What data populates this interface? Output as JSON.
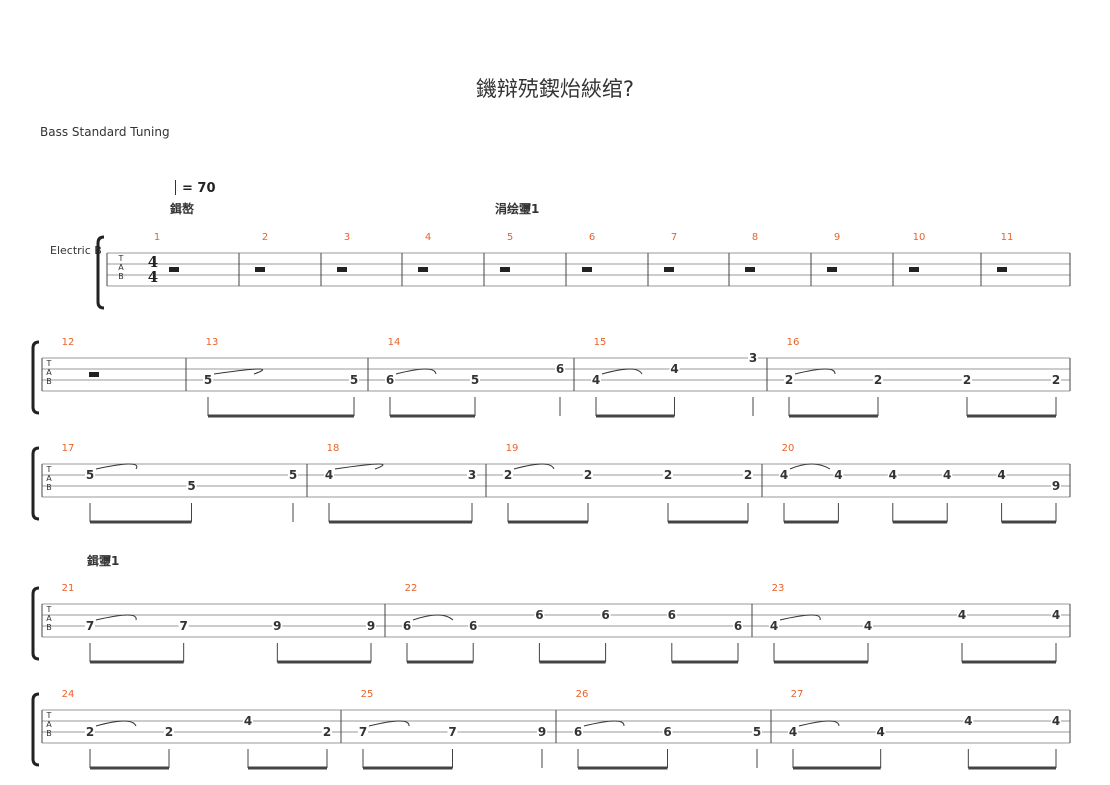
{
  "score": {
    "title": "鐖辩殑鍥炲綊绾?",
    "tuning": "Bass Standard Tuning",
    "tempo_label": "= 70",
    "instrument": "Electric B",
    "time_signature": [
      "4",
      "4"
    ],
    "tab_letters": [
      "T",
      "A",
      "B"
    ],
    "sections": [
      "鍓嶅",
      "涓绘瓕1",
      "鍓瓕1"
    ]
  },
  "systems": [
    {
      "measures": [
        {
          "n": "1",
          "rest": true
        },
        {
          "n": "2",
          "rest": true
        },
        {
          "n": "3",
          "rest": true
        },
        {
          "n": "4",
          "rest": true
        },
        {
          "n": "5",
          "rest": true
        },
        {
          "n": "6",
          "rest": true
        },
        {
          "n": "7",
          "rest": true
        },
        {
          "n": "8",
          "rest": true
        },
        {
          "n": "9",
          "rest": true
        },
        {
          "n": "10",
          "rest": true
        },
        {
          "n": "11",
          "rest": true
        }
      ]
    },
    {
      "measures": [
        {
          "n": "12",
          "rest": true
        },
        {
          "n": "13",
          "notes": [
            {
              "f": "5",
              "s": 3
            },
            {
              "f": "5",
              "s": 3
            }
          ]
        },
        {
          "n": "14",
          "notes": [
            {
              "f": "6",
              "s": 3
            },
            {
              "f": "5",
              "s": 3
            },
            {
              "f": "6",
              "s": 2
            }
          ]
        },
        {
          "n": "15",
          "notes": [
            {
              "f": "4",
              "s": 3
            },
            {
              "f": "4",
              "s": 2
            },
            {
              "f": "3",
              "s": 1
            }
          ]
        },
        {
          "n": "16",
          "notes": [
            {
              "f": "2",
              "s": 3
            },
            {
              "f": "2",
              "s": 3
            },
            {
              "f": "2",
              "s": 3
            },
            {
              "f": "2",
              "s": 3
            }
          ]
        }
      ]
    },
    {
      "measures": [
        {
          "n": "17",
          "notes": [
            {
              "f": "5",
              "s": 2
            },
            {
              "f": "5",
              "s": 3
            },
            {
              "f": "5",
              "s": 2
            }
          ]
        },
        {
          "n": "18",
          "notes": [
            {
              "f": "4",
              "s": 2
            },
            {
              "f": "3",
              "s": 2
            }
          ]
        },
        {
          "n": "19",
          "notes": [
            {
              "f": "2",
              "s": 2
            },
            {
              "f": "2",
              "s": 2
            },
            {
              "f": "2",
              "s": 2
            },
            {
              "f": "2",
              "s": 2
            }
          ]
        },
        {
          "n": "20",
          "notes": [
            {
              "f": "4",
              "s": 2
            },
            {
              "f": "4",
              "s": 2
            },
            {
              "f": "4",
              "s": 2
            },
            {
              "f": "4",
              "s": 2
            },
            {
              "f": "4",
              "s": 2
            },
            {
              "f": "9",
              "s": 3
            }
          ]
        }
      ]
    },
    {
      "measures": [
        {
          "n": "21",
          "notes": [
            {
              "f": "7",
              "s": 3
            },
            {
              "f": "7",
              "s": 3
            },
            {
              "f": "9",
              "s": 3
            },
            {
              "f": "9",
              "s": 3
            }
          ]
        },
        {
          "n": "22",
          "notes": [
            {
              "f": "6",
              "s": 3
            },
            {
              "f": "6",
              "s": 3
            },
            {
              "f": "6",
              "s": 2
            },
            {
              "f": "6",
              "s": 2
            },
            {
              "f": "6",
              "s": 2
            },
            {
              "f": "6",
              "s": 3
            }
          ]
        },
        {
          "n": "23",
          "notes": [
            {
              "f": "4",
              "s": 3
            },
            {
              "f": "4",
              "s": 3
            },
            {
              "f": "4",
              "s": 2
            },
            {
              "f": "4",
              "s": 2
            }
          ]
        }
      ]
    },
    {
      "measures": [
        {
          "n": "24",
          "notes": [
            {
              "f": "2",
              "s": 3
            },
            {
              "f": "2",
              "s": 3
            },
            {
              "f": "4",
              "s": 2
            },
            {
              "f": "2",
              "s": 3
            }
          ]
        },
        {
          "n": "25",
          "notes": [
            {
              "f": "7",
              "s": 3
            },
            {
              "f": "7",
              "s": 3
            },
            {
              "f": "9",
              "s": 3
            }
          ]
        },
        {
          "n": "26",
          "notes": [
            {
              "f": "6",
              "s": 3
            },
            {
              "f": "6",
              "s": 3
            },
            {
              "f": "5",
              "s": 3
            }
          ]
        },
        {
          "n": "27",
          "notes": [
            {
              "f": "4",
              "s": 3
            },
            {
              "f": "4",
              "s": 3
            },
            {
              "f": "4",
              "s": 2
            },
            {
              "f": "4",
              "s": 2
            }
          ]
        }
      ]
    }
  ]
}
